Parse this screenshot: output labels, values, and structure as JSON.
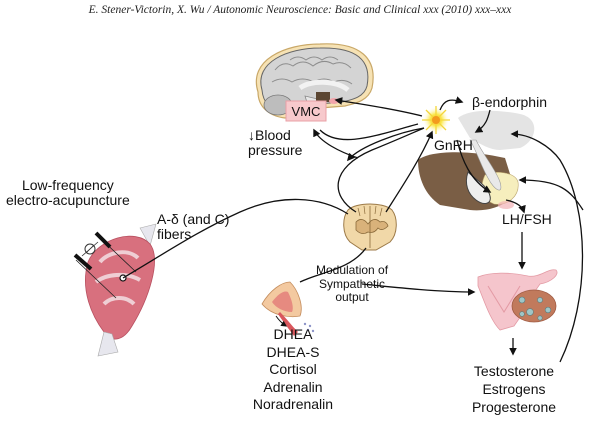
{
  "header": {
    "running_title": "E. Stener-Victorin, X. Wu / Autonomic Neuroscience: Basic and Clinical xxx (2010) xxx–xxx"
  },
  "diagram": {
    "nodes": {
      "stimulus": {
        "lines": [
          "Low-frequency",
          "electro-acupuncture"
        ]
      },
      "fibers": {
        "lines": [
          "A-δ (and C)",
          "fibers"
        ]
      },
      "vmc": {
        "label": "VMC"
      },
      "blood_pressure": {
        "lines": [
          "↓Blood",
          "pressure"
        ]
      },
      "beta_endorphin": {
        "label": "β-endorphin"
      },
      "gnrh": {
        "label": "GnRH"
      },
      "lh_fsh": {
        "label": "LH/FSH"
      },
      "sympathetic": {
        "lines": [
          "Modulation of",
          "Sympathetic",
          "output"
        ]
      },
      "adrenal_outputs": {
        "items": [
          "DHEA",
          "DHEA-S",
          "Cortisol",
          "Adrenalin",
          "Noradrenalin"
        ]
      },
      "ovarian_outputs": {
        "items": [
          "Testosterone",
          "Estrogens",
          "Progesterone"
        ]
      }
    },
    "illustrations": [
      "brain",
      "hypothalamus-pituitary",
      "spinal-cord",
      "muscle",
      "adrenal-gland",
      "uterus-ovary"
    ],
    "colors": {
      "vmc_box": "#f7c9cc",
      "muscle": "#d8707e",
      "spinal_cord": "#f1d8a8",
      "brain": "#cfcfcf",
      "pituitary_brown": "#7a5e45",
      "starburst": "#f7e54a",
      "arrow": "#111111"
    }
  }
}
